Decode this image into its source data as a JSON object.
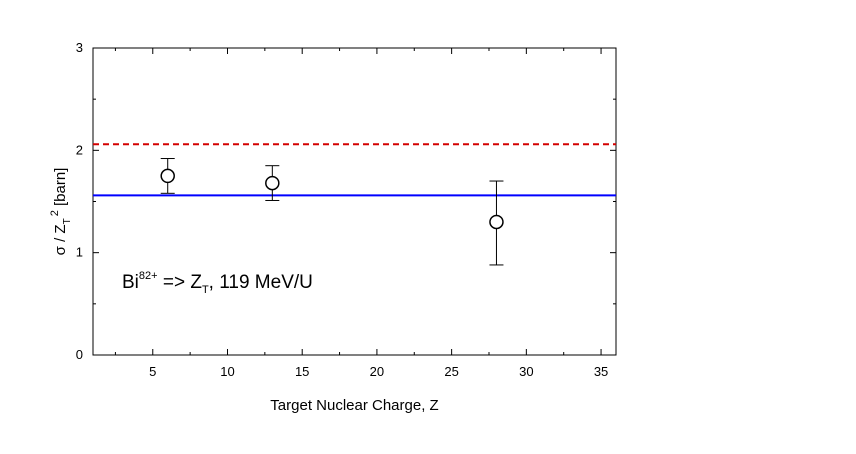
{
  "chart_data": {
    "type": "scatter",
    "xlabel": "Target Nuclear Charge, Z",
    "ylabel": {
      "main": "σ / Z",
      "sub": "T",
      "sup": "2",
      "unit": " [barn]"
    },
    "xlim": [
      1,
      36
    ],
    "ylim": [
      0,
      3
    ],
    "x_ticks": [
      5,
      10,
      15,
      20,
      25,
      30,
      35
    ],
    "y_ticks": [
      0,
      1,
      2,
      3
    ],
    "x_minor_step": 2.5,
    "y_minor_step": 0.5,
    "grid": false,
    "series": [
      {
        "marker": "open-circle",
        "color": "#000000",
        "points": [
          {
            "x": 6,
            "y": 1.75,
            "err_low": 1.58,
            "err_high": 1.92
          },
          {
            "x": 13,
            "y": 1.68,
            "err_low": 1.51,
            "err_high": 1.85
          },
          {
            "x": 28,
            "y": 1.3,
            "err_low": 0.88,
            "err_high": 1.7
          }
        ]
      }
    ],
    "reference_lines": [
      {
        "y": 2.06,
        "color": "#d40000",
        "style": "dashed"
      },
      {
        "y": 1.56,
        "color": "#0000ff",
        "style": "solid"
      }
    ],
    "annotation": {
      "base": "Bi",
      "sup": "82+",
      "arrow": " => Z",
      "sub": "T",
      "rest": ", 119 MeV/U"
    }
  }
}
